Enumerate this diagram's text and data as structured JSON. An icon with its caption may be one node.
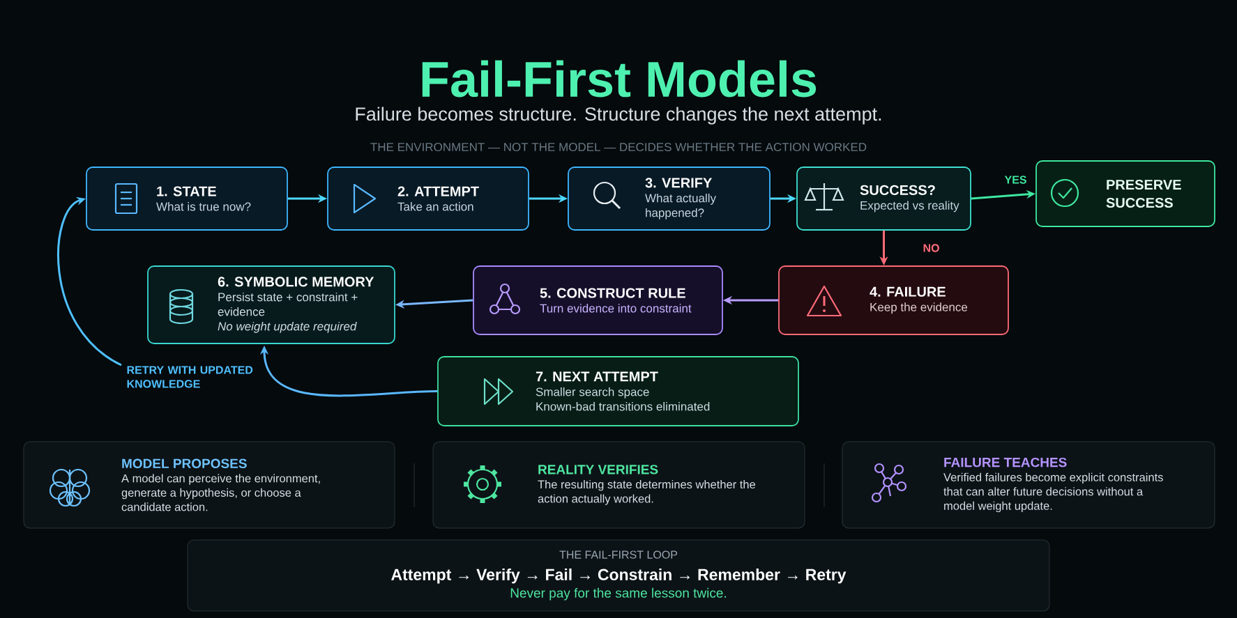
{
  "diagram": {
    "title": "Fail-First Models",
    "nodes": [
      {
        "text": [
          "1. STATE",
          "What is true now?"
        ]
      },
      {
        "text": [
          "2. ATTEMPT",
          "Take an action"
        ]
      },
      {
        "text": [
          "3. VERIFY",
          "What actually happened?"
        ]
      },
      {
        "text": [
          "SUCCESS?",
          "Expected vs reality"
        ]
      },
      {
        "text": [
          "PRESERVE SUCCESS"
        ]
      },
      {
        "text": [
          "4. FAILURE",
          "Keep the evidence"
        ]
      },
      {
        "text": [
          "5. CONSTRUCT RULE",
          "Turn evidence into constraint"
        ]
      },
      {
        "text": [
          "6. SYMBOLIC MEMORY",
          "Persist state + constraint + evidence",
          "No weight update required"
        ]
      },
      {
        "text": [
          "7. NEXT ATTEMPT",
          "Smaller search space",
          "Known-bad transitions eliminated"
        ]
      },
      {
        "text": [
          "MODEL PROPOSES",
          "A model can perceive the environment, generate a hypothesis, or choose a candidate action."
        ]
      },
      {
        "text": [
          "REALITY VERIFIES",
          "The resulting state determines whether the action actually worked."
        ]
      },
      {
        "text": [
          "FAILURE TEACHES",
          "Verified failures become explicit constraints that can alter future decisions without a model weight update."
        ]
      },
      {
        "text": [
          "THE FAIL-FIRST LOOP",
          "Attempt → Verify → Fail → Constrain → Remember → Retry",
          "Never pay for the same lesson twice."
        ]
      }
    ],
    "edges": [
      {
        "from": 0,
        "to": 1,
        "arrow": "to"
      },
      {
        "from": 1,
        "to": 2,
        "arrow": "to"
      },
      {
        "from": 2,
        "to": 3,
        "arrow": "to"
      },
      {
        "from": 3,
        "to": 4,
        "arrow": "to",
        "label": "YES",
        "color": "#3ee8a0"
      },
      {
        "from": 3,
        "to": 5,
        "arrow": "to",
        "label": "NO",
        "color": "#ff6b78"
      },
      {
        "from": 5,
        "to": 6,
        "arrow": "to",
        "color": "#b99cff"
      },
      {
        "from": 6,
        "to": 7,
        "arrow": "to",
        "color": "#7ab8ff"
      },
      {
        "from": 8,
        "to": 7,
        "arrow": "to",
        "color": "#5ab8ff"
      },
      {
        "from": null,
        "to": 0,
        "arrow": "to",
        "label": "RETRY WITH UPDATED KNOWLEDGE",
        "color": "#4fc0ff"
      }
    ],
    "labels": [
      "Failure becomes structure. Structure changes the next attempt.",
      "THE ENVIRONMENT — NOT THE MODEL — DECIDES WHETHER THE ACTION WORKED"
    ]
  }
}
